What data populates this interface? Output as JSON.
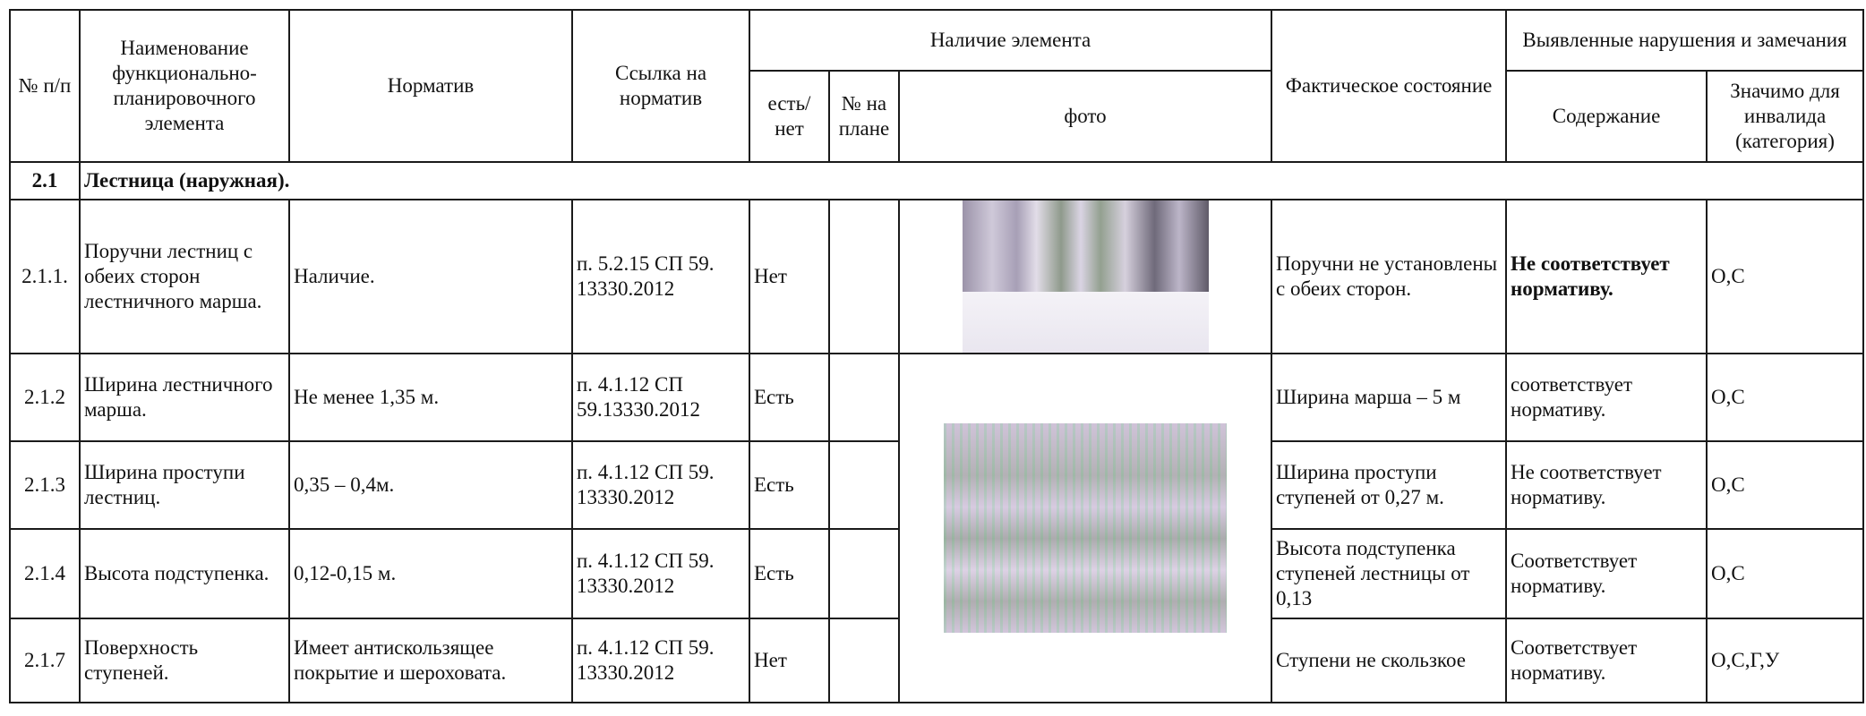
{
  "header": {
    "num": "№ п/п",
    "element_name": "Наименование функционально-планировочного элемента",
    "norm": "Норматив",
    "norm_ref": "Ссылка на норматив",
    "presence": "Наличие элемента",
    "presence_yes_no": "есть/ нет",
    "presence_plan_no": "№ на плане",
    "presence_photo": "фото",
    "actual_state": "Фактическое состояние",
    "violations": "Выявленные нарушения и замечания",
    "violations_content": "Содержание",
    "violations_significance": "Значимо для инвалида (категория)"
  },
  "section": {
    "num": "2.1",
    "title": "Лестница (наружная)."
  },
  "rows": [
    {
      "num": "2.1.1.",
      "name": "Поручни лестниц с обеих сторон лестничного марша.",
      "norm": "Наличие.",
      "ref": "п. 5.2.15 СП 59. 13330.2012",
      "presence": "Нет",
      "plan_no": "",
      "state": "Поручни не установлены с обеих сторон.",
      "content": "Не соответствует нормативу.",
      "category": "О,С"
    },
    {
      "num": "2.1.2",
      "name": "Ширина лестничного марша.",
      "norm": "Не менее 1,35 м.",
      "ref": "п. 4.1.12 СП 59.13330.2012",
      "presence": "Есть",
      "plan_no": "",
      "state": "Ширина марша – 5 м",
      "content": "соответствует нормативу.",
      "category": "О,С"
    },
    {
      "num": "2.1.3",
      "name": "Ширина проступи лестниц.",
      "norm": "0,35 – 0,4м.",
      "ref": "п. 4.1.12 СП 59. 13330.2012",
      "presence": "Есть",
      "plan_no": "",
      "state": "Ширина проступи ступеней от 0,27 м.",
      "content": "Не соответствует нормативу.",
      "category": "О,С"
    },
    {
      "num": "2.1.4",
      "name": "Высота подступенка.",
      "norm": "0,12-0,15 м.",
      "ref": "п. 4.1.12 СП 59. 13330.2012",
      "presence": "Есть",
      "plan_no": "",
      "state": "Высота подступенка ступеней лестницы от 0,13",
      "content": "Соответствует нормативу.",
      "category": "О,С"
    },
    {
      "num": "2.1.7",
      "name": "Поверхность ступеней.",
      "norm": "Имеет антискользящее покрытие и шероховата.",
      "ref": "п. 4.1.12 СП 59. 13330.2012",
      "presence": "Нет",
      "plan_no": "",
      "state": "Ступени не скользкое",
      "content": "Соответствует нормативу.",
      "category": "О,С,Г,У"
    }
  ]
}
